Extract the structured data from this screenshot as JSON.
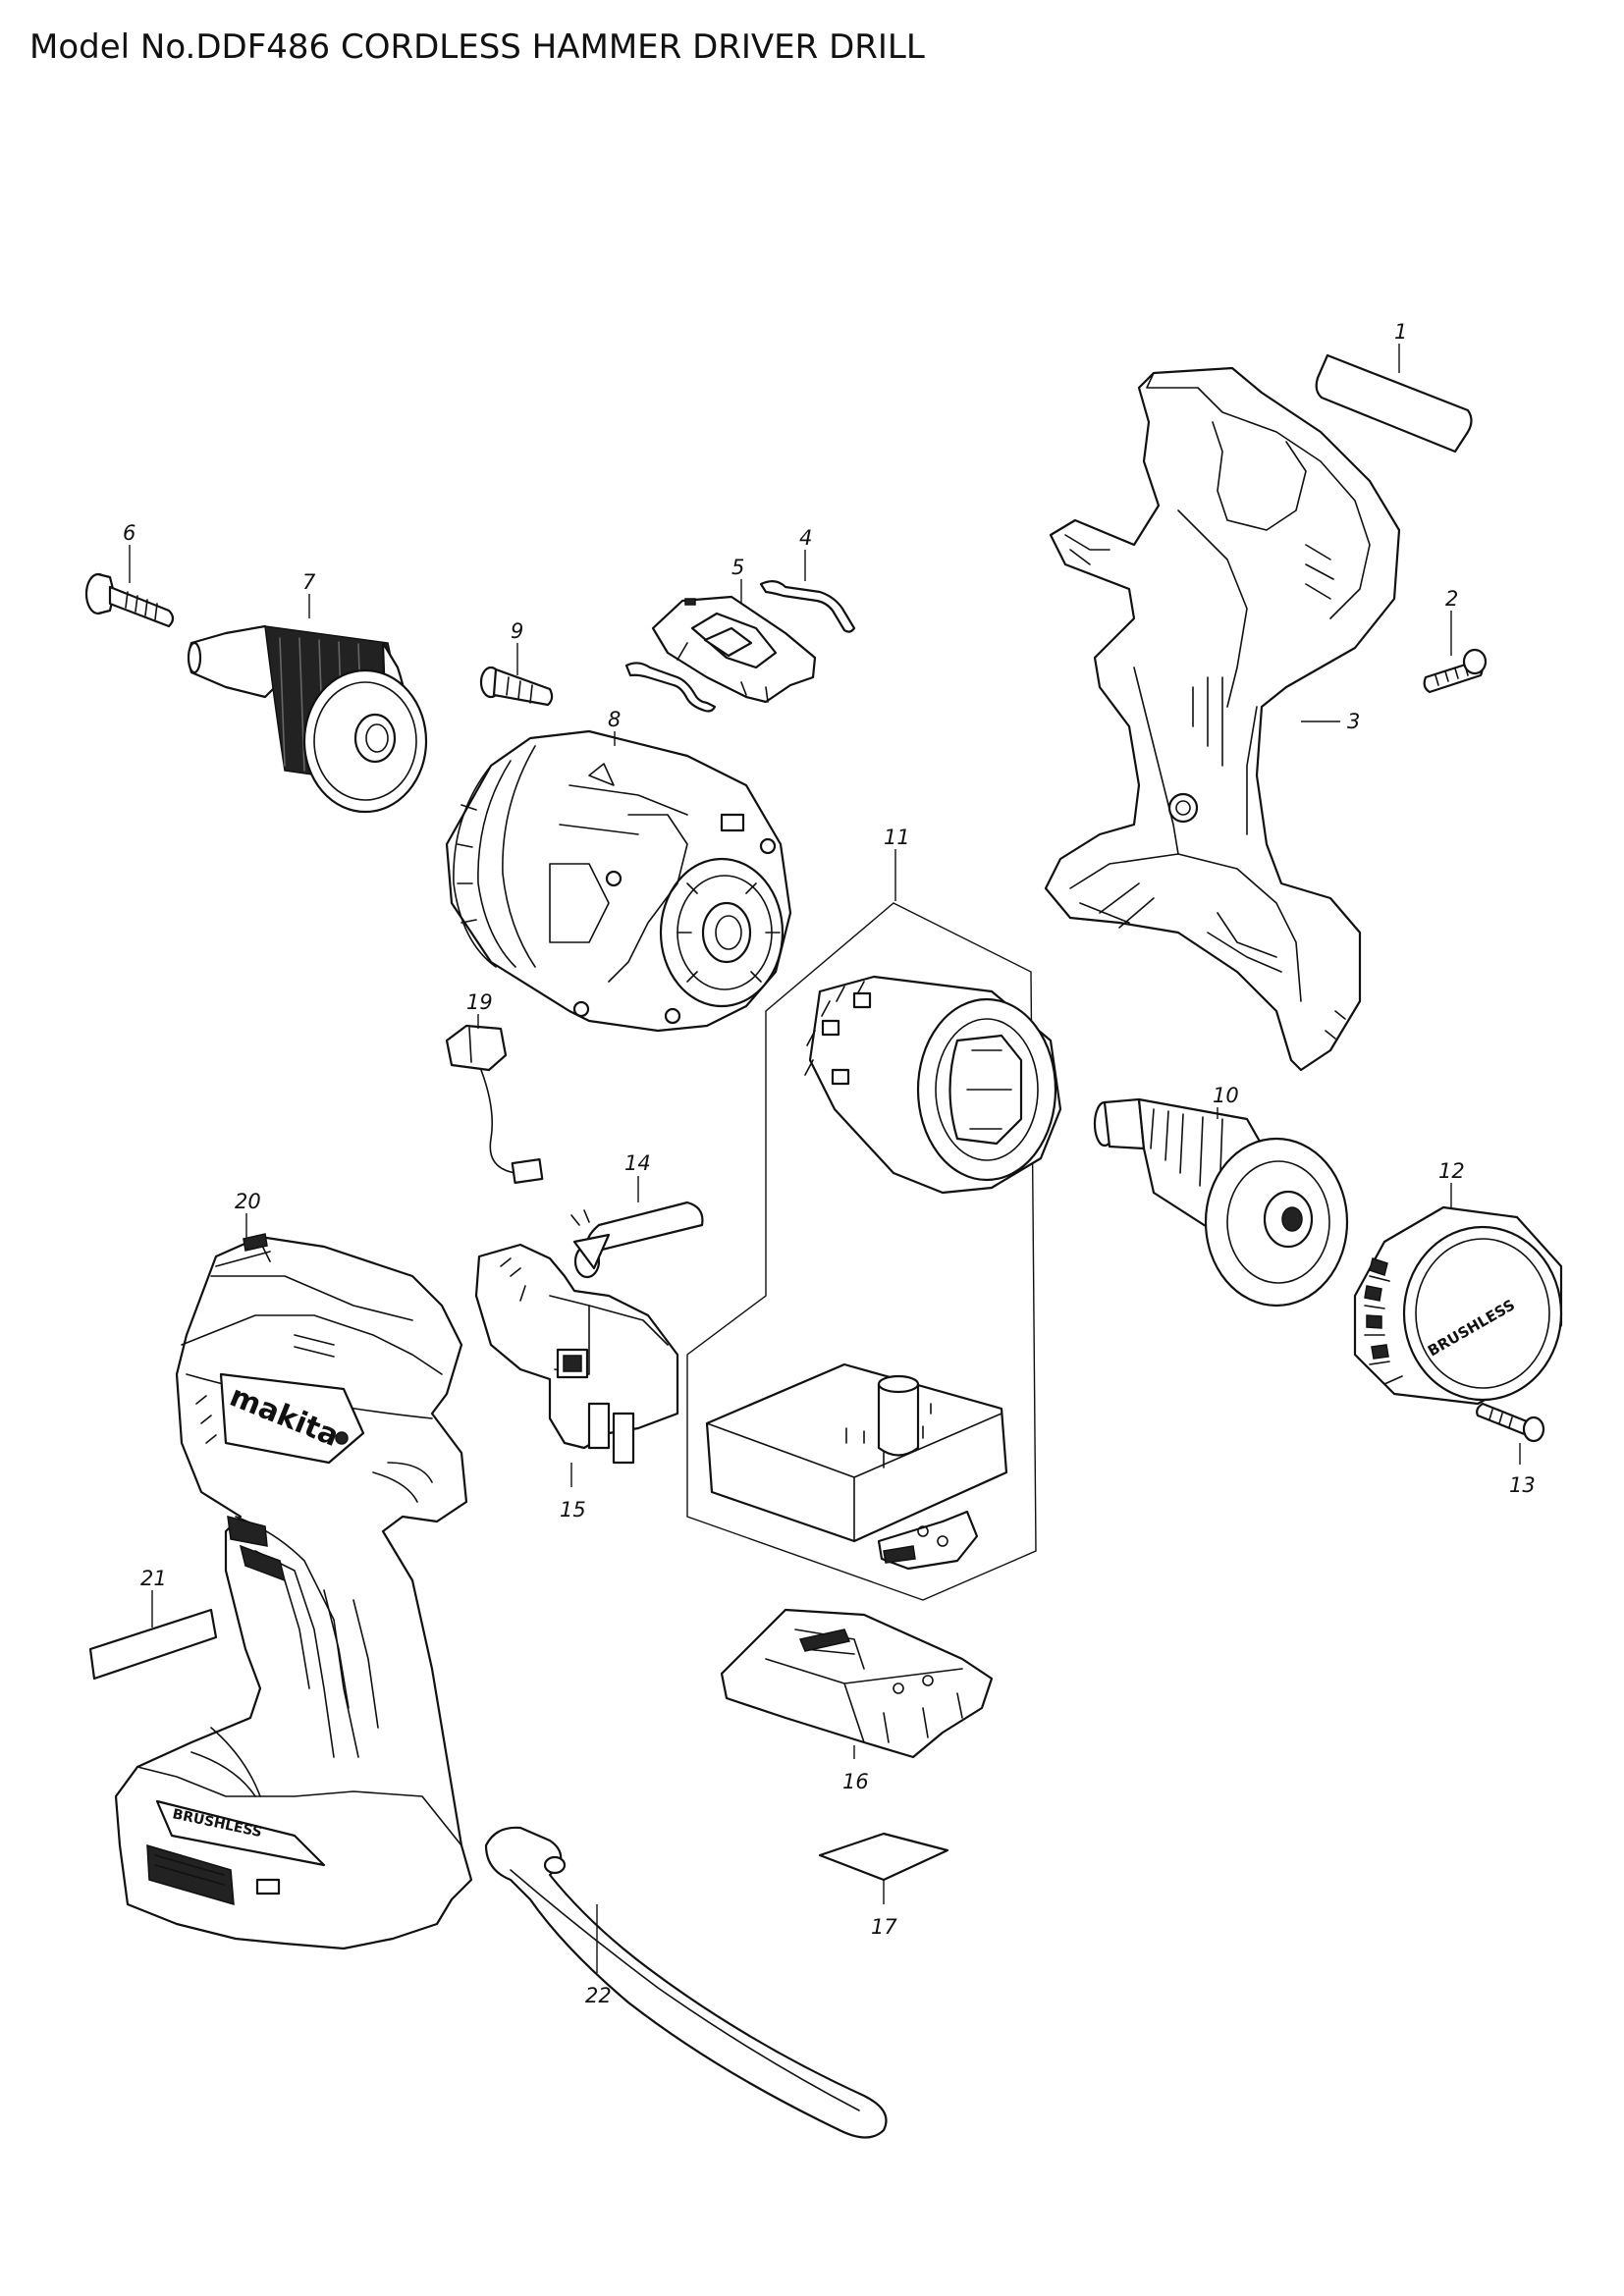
{
  "title": "Model No.DDF486 CORDLESS HAMMER DRIVER DRILL",
  "callouts": {
    "c1": "1",
    "c2": "2",
    "c3": "3",
    "c4": "4",
    "c5": "5",
    "c6": "6",
    "c7": "7",
    "c8": "8",
    "c9": "9",
    "c10": "10",
    "c11": "11",
    "c12": "12",
    "c13": "13",
    "c14": "14",
    "c15": "15",
    "c16": "16",
    "c17": "17",
    "c19": "19",
    "c20": "20",
    "c21": "21",
    "c22": "22"
  },
  "logos": {
    "brand": "makita",
    "motor_cap": "BRUSHLESS",
    "housing": "BRUSHLESS"
  }
}
